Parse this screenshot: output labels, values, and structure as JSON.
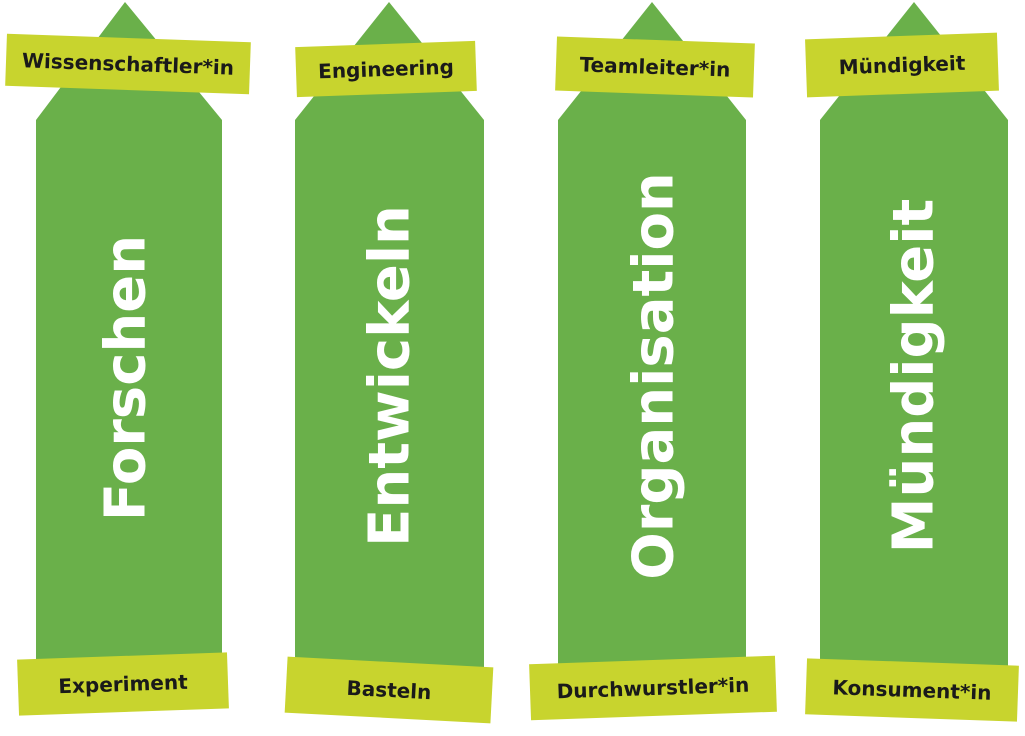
{
  "colors": {
    "arrow_green": "#6ab04a",
    "tag_yellow": "#c8d42e",
    "text_dark": "#1a1a1a",
    "text_light": "#ffffff"
  },
  "columns": [
    {
      "main": "Forschen",
      "top_tag": "Wissenschaftler*in",
      "bottom_tag": "Experiment"
    },
    {
      "main": "Entwickeln",
      "top_tag": "Engineering",
      "bottom_tag": "Basteln"
    },
    {
      "main": "Organisation",
      "top_tag": "Teamleiter*in",
      "bottom_tag": "Durchwurstler*in"
    },
    {
      "main": "Mündigkeit",
      "top_tag": "Mündigkeit",
      "bottom_tag": "Konsument*in"
    }
  ]
}
